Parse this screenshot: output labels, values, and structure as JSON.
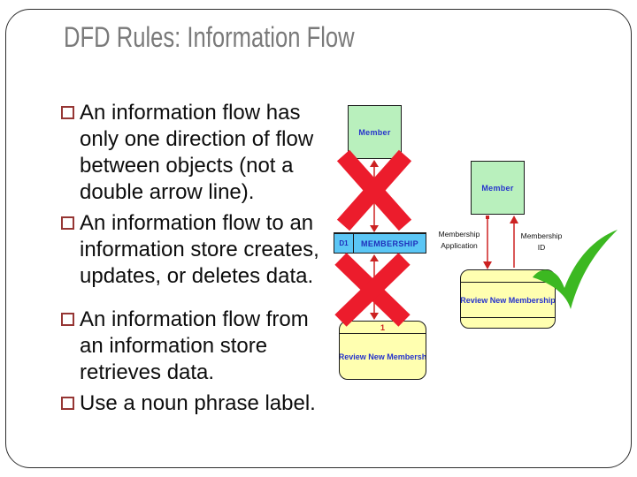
{
  "slide": {
    "title": "DFD Rules: Information Flow",
    "bullets": [
      "An information flow has only one direction of flow between objects (not a double arrow line).",
      "An information flow to an information store creates, updates, or deletes data.",
      "An information flow from an information store retrieves data.",
      "Use a noun phrase label."
    ]
  },
  "wrong_example": {
    "entity_label": "Member",
    "datastore_id": "D1",
    "datastore_name": "MEMBERSHIP",
    "process_number": "1",
    "process_name": "Review New Membersh",
    "verdict_icon": "x-mark"
  },
  "correct_example": {
    "entity_label": "Member",
    "outflow_label": "Membership Application",
    "returnflow_label": "Membership ID",
    "process_name": "Review New Membership",
    "verdict_icon": "check-mark"
  },
  "colors": {
    "title_text": "#7a7a7a",
    "body_text": "#0d0d0d",
    "bullet_square": "#963634",
    "entity_fill": "#b9f0bd",
    "datastore_fill": "#5bc6f5",
    "process_fill": "#ffffb0",
    "diagram_text": "#2633cc",
    "arrow": "#d03030",
    "x_mark": "#ec1c2c",
    "check_mark": "#3cb821"
  }
}
